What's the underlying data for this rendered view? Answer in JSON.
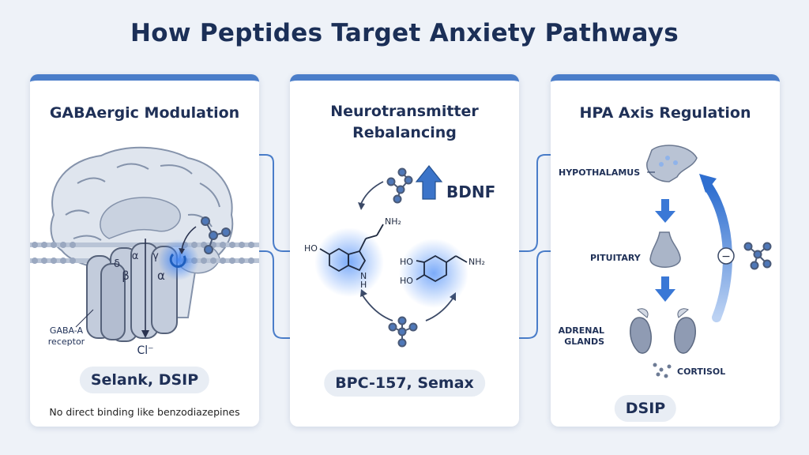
{
  "title": "How Peptides Target Anxiety Pathways",
  "accent_color": "#4a7dc9",
  "panels": [
    {
      "heading": "GABAergic Modulation",
      "receptor_label_1": "GABA-A",
      "receptor_label_2": "receptor",
      "subunits": [
        "δ",
        "α",
        "γ",
        "β",
        "α"
      ],
      "ion_label": "Cl⁻",
      "peptides": "Selank, DSIP",
      "note": "No direct binding like benzodiazepines"
    },
    {
      "heading_line1": "Neurotransmitter",
      "heading_line2": "Rebalancing",
      "bdnf_label": "BDNF",
      "mol1_ho": "HO",
      "mol1_nh2": "NH₂",
      "mol1_n": "N",
      "mol1_h": "H",
      "mol2_ho_top": "HO",
      "mol2_ho_bottom": "HO",
      "mol2_nh2": "NH₂",
      "peptides": "BPC-157, Semax"
    },
    {
      "heading": "HPA Axis Regulation",
      "hypothalamus": "HYPOTHALAMUS",
      "pituitary": "PITUITARY",
      "adrenal_1": "ADRENAL",
      "adrenal_2": "GLANDS",
      "cortisol": "CORTISOL",
      "feedback_symbol": "−",
      "peptides": "DSIP"
    }
  ]
}
